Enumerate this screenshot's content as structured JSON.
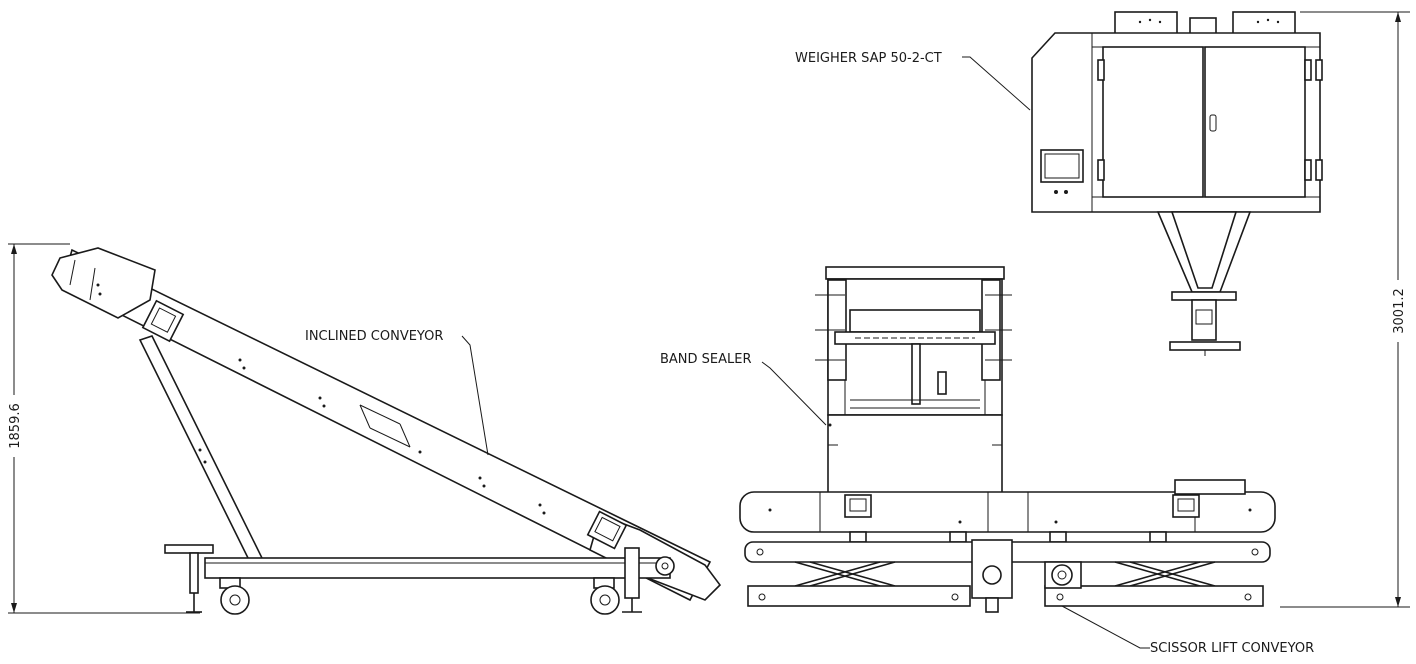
{
  "labels": {
    "inclined_conveyor": "INCLINED CONVEYOR",
    "band_sealer": "BAND SEALER",
    "weigher": "WEIGHER SAP 50-2-CT",
    "scissor_lift": "SCISSOR LIFT CONVEYOR"
  },
  "dimensions": {
    "left_height": "1859.6",
    "right_height": "3001.2"
  }
}
